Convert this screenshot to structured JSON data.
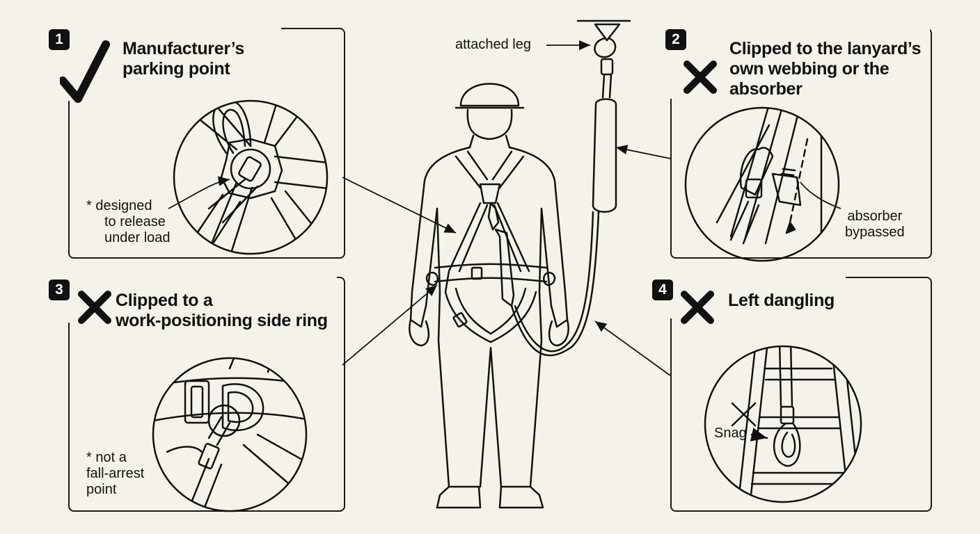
{
  "center": {
    "attached_label": "attached leg"
  },
  "panels": [
    {
      "number": "1",
      "status": "correct",
      "mark_icon": "check-icon",
      "title_lines": [
        "Manufacturer’s",
        "parking point"
      ],
      "note_lines": [
        "* designed",
        "to release",
        "under load"
      ]
    },
    {
      "number": "2",
      "status": "incorrect",
      "mark_icon": "cross-icon",
      "title_lines": [
        "Clipped to the lanyard’s",
        "own webbing or the",
        "absorber"
      ],
      "note_lines": [
        "absorber",
        "bypassed"
      ]
    },
    {
      "number": "3",
      "status": "incorrect",
      "mark_icon": "cross-icon",
      "title_lines": [
        "Clipped to a",
        "work-positioning side ring"
      ],
      "note_lines": [
        "* not a",
        "fall-arrest",
        "point"
      ]
    },
    {
      "number": "4",
      "status": "incorrect",
      "mark_icon": "cross-icon",
      "title_lines": [
        "Left dangling"
      ],
      "note_lines": [
        "Snag"
      ]
    }
  ]
}
